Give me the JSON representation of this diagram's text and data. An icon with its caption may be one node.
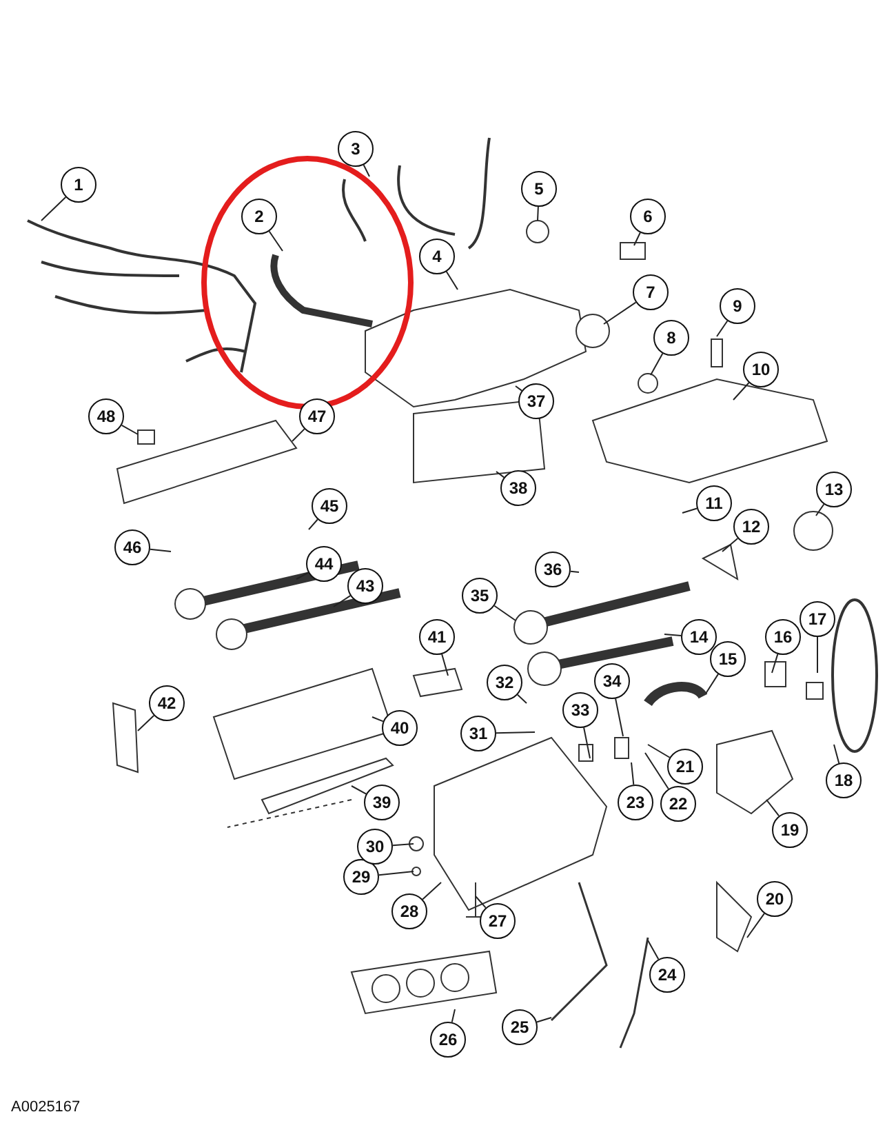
{
  "diagram": {
    "nodes": [
      {
        "text": [
          "1"
        ]
      },
      {
        "text": [
          "2"
        ]
      },
      {
        "text": [
          "3"
        ]
      },
      {
        "text": [
          "4"
        ]
      },
      {
        "text": [
          "5"
        ]
      },
      {
        "text": [
          "6"
        ]
      },
      {
        "text": [
          "7"
        ]
      },
      {
        "text": [
          "8"
        ]
      },
      {
        "text": [
          "9"
        ]
      },
      {
        "text": [
          "10"
        ]
      },
      {
        "text": [
          "11"
        ]
      },
      {
        "text": [
          "12"
        ]
      },
      {
        "text": [
          "13"
        ]
      },
      {
        "text": [
          "14"
        ]
      },
      {
        "text": [
          "15"
        ]
      },
      {
        "text": [
          "16"
        ]
      },
      {
        "text": [
          "17"
        ]
      },
      {
        "text": [
          "18"
        ]
      },
      {
        "text": [
          "19"
        ]
      },
      {
        "text": [
          "20"
        ]
      },
      {
        "text": [
          "21"
        ]
      },
      {
        "text": [
          "22"
        ]
      },
      {
        "text": [
          "23"
        ]
      },
      {
        "text": [
          "24"
        ]
      },
      {
        "text": [
          "25"
        ]
      },
      {
        "text": [
          "26"
        ]
      },
      {
        "text": [
          "27"
        ]
      },
      {
        "text": [
          "28"
        ]
      },
      {
        "text": [
          "29"
        ]
      },
      {
        "text": [
          "30"
        ]
      },
      {
        "text": [
          "31"
        ]
      },
      {
        "text": [
          "32"
        ]
      },
      {
        "text": [
          "33"
        ]
      },
      {
        "text": [
          "34"
        ]
      },
      {
        "text": [
          "35"
        ]
      },
      {
        "text": [
          "36"
        ]
      },
      {
        "text": [
          "37"
        ]
      },
      {
        "text": [
          "38"
        ]
      },
      {
        "text": [
          "39"
        ]
      },
      {
        "text": [
          "40"
        ]
      },
      {
        "text": [
          "41"
        ]
      },
      {
        "text": [
          "42"
        ]
      },
      {
        "text": [
          "43"
        ]
      },
      {
        "text": [
          "44"
        ]
      },
      {
        "text": [
          "45"
        ]
      },
      {
        "text": [
          "46"
        ]
      },
      {
        "text": [
          "47"
        ]
      },
      {
        "text": [
          "48"
        ]
      }
    ],
    "edges": [
      {
        "from": 0,
        "to": null,
        "arrow": "none"
      },
      {
        "from": 1,
        "to": null,
        "arrow": "none"
      },
      {
        "from": 2,
        "to": null,
        "arrow": "none"
      },
      {
        "from": 3,
        "to": null,
        "arrow": "none"
      },
      {
        "from": 4,
        "to": null,
        "arrow": "none"
      },
      {
        "from": 5,
        "to": null,
        "arrow": "none"
      },
      {
        "from": 6,
        "to": null,
        "arrow": "none"
      },
      {
        "from": 7,
        "to": null,
        "arrow": "none"
      },
      {
        "from": 8,
        "to": null,
        "arrow": "none"
      },
      {
        "from": 9,
        "to": null,
        "arrow": "none"
      },
      {
        "from": 10,
        "to": null,
        "arrow": "none"
      },
      {
        "from": 11,
        "to": null,
        "arrow": "none"
      },
      {
        "from": 12,
        "to": null,
        "arrow": "none"
      },
      {
        "from": 13,
        "to": null,
        "arrow": "none"
      },
      {
        "from": 14,
        "to": null,
        "arrow": "none"
      },
      {
        "from": 15,
        "to": null,
        "arrow": "none"
      },
      {
        "from": 16,
        "to": null,
        "arrow": "none"
      },
      {
        "from": 17,
        "to": null,
        "arrow": "none"
      },
      {
        "from": 18,
        "to": null,
        "arrow": "none"
      },
      {
        "from": 19,
        "to": null,
        "arrow": "none"
      },
      {
        "from": 20,
        "to": null,
        "arrow": "none"
      },
      {
        "from": 21,
        "to": null,
        "arrow": "none"
      },
      {
        "from": 22,
        "to": null,
        "arrow": "none"
      },
      {
        "from": 23,
        "to": null,
        "arrow": "none"
      },
      {
        "from": 24,
        "to": null,
        "arrow": "none"
      },
      {
        "from": 25,
        "to": null,
        "arrow": "none"
      },
      {
        "from": 26,
        "to": null,
        "arrow": "none"
      },
      {
        "from": 27,
        "to": null,
        "arrow": "none"
      },
      {
        "from": 28,
        "to": null,
        "arrow": "none"
      },
      {
        "from": 29,
        "to": null,
        "arrow": "none"
      },
      {
        "from": 30,
        "to": null,
        "arrow": "none"
      },
      {
        "from": 31,
        "to": null,
        "arrow": "none"
      },
      {
        "from": 32,
        "to": null,
        "arrow": "none"
      },
      {
        "from": 33,
        "to": null,
        "arrow": "none"
      },
      {
        "from": 34,
        "to": null,
        "arrow": "none"
      },
      {
        "from": 35,
        "to": null,
        "arrow": "none"
      },
      {
        "from": 36,
        "to": null,
        "arrow": "none"
      },
      {
        "from": 37,
        "to": null,
        "arrow": "none"
      },
      {
        "from": 38,
        "to": null,
        "arrow": "none"
      },
      {
        "from": 39,
        "to": null,
        "arrow": "none"
      },
      {
        "from": 40,
        "to": null,
        "arrow": "none"
      },
      {
        "from": 41,
        "to": null,
        "arrow": "none"
      },
      {
        "from": 42,
        "to": null,
        "arrow": "none"
      },
      {
        "from": 43,
        "to": null,
        "arrow": "none"
      },
      {
        "from": 44,
        "to": null,
        "arrow": "none"
      },
      {
        "from": 45,
        "to": null,
        "arrow": "none"
      },
      {
        "from": 46,
        "to": null,
        "arrow": "none"
      },
      {
        "from": 47,
        "to": null,
        "arrow": "none"
      }
    ],
    "labels": [
      "A0025167"
    ]
  }
}
